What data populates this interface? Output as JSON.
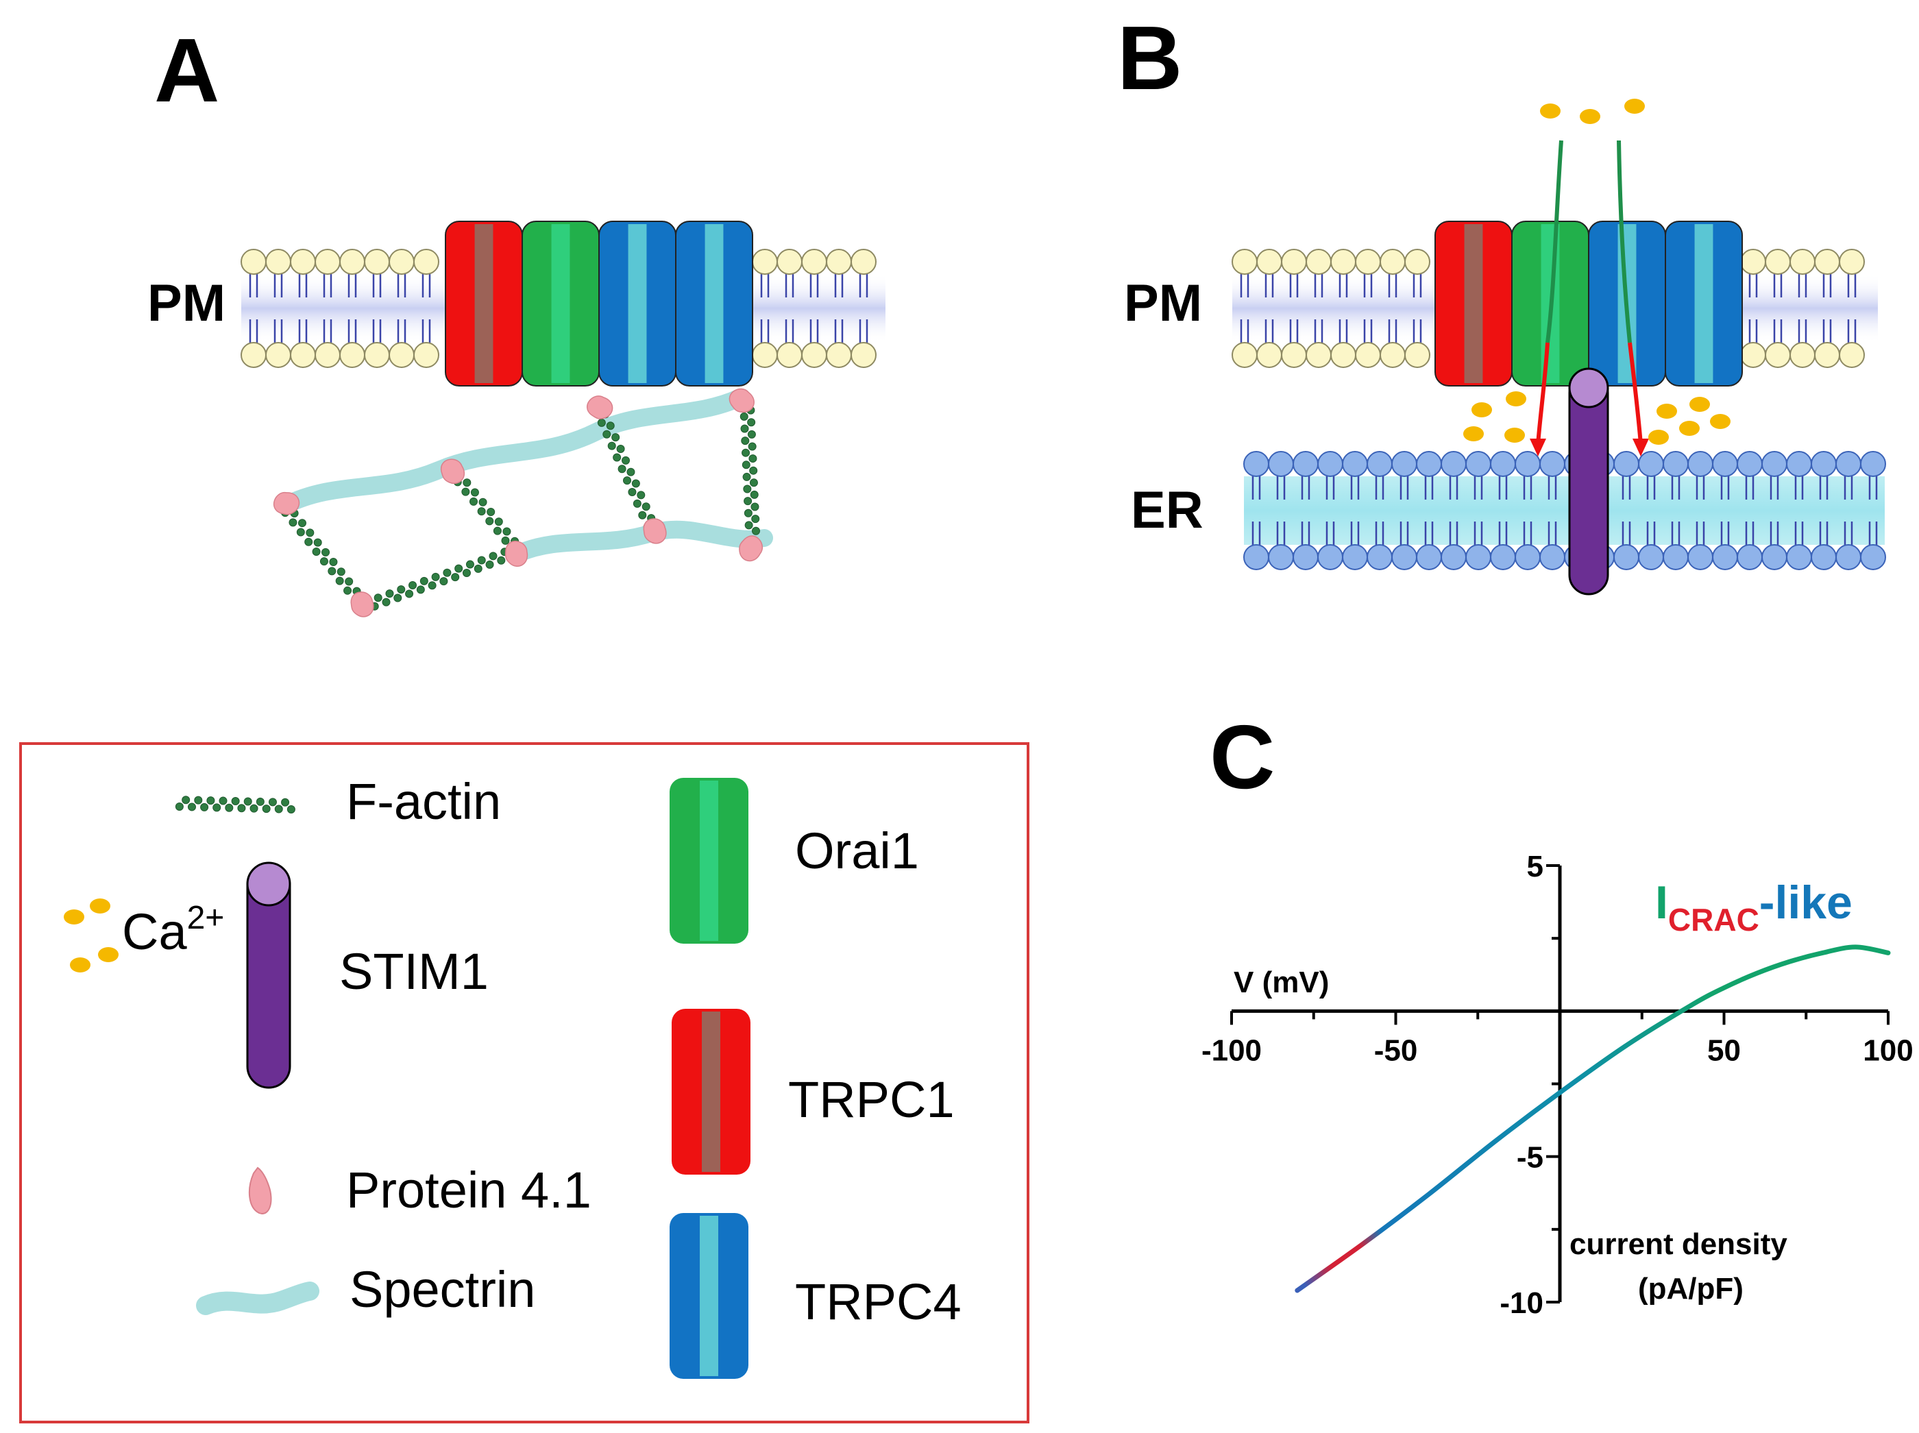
{
  "panels": {
    "a": {
      "letter": "A",
      "pm_label": "PM"
    },
    "b": {
      "letter": "B",
      "pm_label": "PM",
      "er_label": "ER"
    },
    "c": {
      "letter": "C"
    }
  },
  "legend": {
    "factin": "F-actin",
    "ca": "Ca",
    "ca_sup": "2+",
    "stim1": "STIM1",
    "protein41": "Protein 4.1",
    "spectrin": "Spectrin",
    "orai1": "Orai1",
    "trpc1": "TRPC1",
    "trpc4": "TRPC4"
  },
  "colors": {
    "trpc1": "#ee1111",
    "trpc1_core": "#9c6257",
    "orai1": "#22b04b",
    "orai1_core": "#2fcf7c",
    "trpc4": "#1273c4",
    "trpc4_core": "#5ac6d4",
    "stim1": "#6b2f93",
    "stim1_cap": "#b68ad1",
    "calcium": "#f5b800",
    "spectrin": "#a9dede",
    "factin": "#2f7d42",
    "protein41": "#f2a0aa",
    "arrow": "#ee1111",
    "curve_green": "#12a36b",
    "curve_blue": "#1477b9",
    "curve_red": "#e0202c",
    "legend_border": "#d83a3a"
  },
  "chart_data": {
    "type": "line",
    "xlabel": "V (mV)",
    "ylabel": "current density (pA/pF)",
    "xlim": [
      -100,
      100
    ],
    "ylim": [
      -10,
      5
    ],
    "xticks": [
      "-100",
      "-50",
      "50",
      "100"
    ],
    "yticks": [
      "5",
      "-5",
      "-10"
    ],
    "series": [
      {
        "name": "ICRAC-like",
        "name_main": "I",
        "name_sub": "CRAC",
        "name_suffix": "-like",
        "x": [
          -80,
          -60,
          -40,
          -20,
          0,
          20,
          40,
          50,
          60,
          70,
          80,
          90,
          100
        ],
        "y": [
          -9.6,
          -8.0,
          -6.3,
          -4.5,
          -2.8,
          -1.2,
          0.2,
          0.8,
          1.3,
          1.7,
          2.0,
          2.2,
          2.0
        ]
      }
    ]
  }
}
